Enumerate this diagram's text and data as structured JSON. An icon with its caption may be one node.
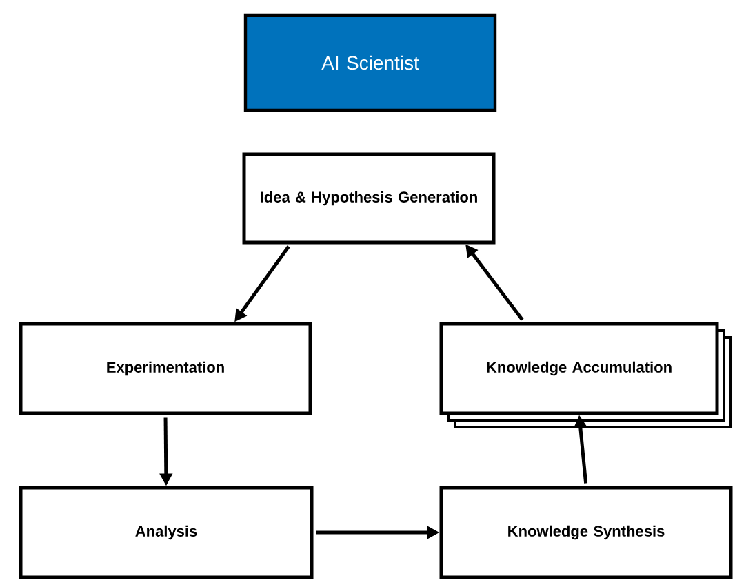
{
  "diagram": {
    "nodes": [
      {
        "text": [
          "AI Scientist"
        ]
      },
      {
        "text": [
          "Idea & Hypothesis Generation"
        ]
      },
      {
        "text": [
          "Experimentation"
        ]
      },
      {
        "text": [
          "Knowledge Accumulation"
        ]
      },
      {
        "text": [
          "Analysis"
        ]
      },
      {
        "text": [
          "Knowledge Synthesis"
        ]
      }
    ],
    "edges": [
      {
        "from": 1,
        "to": 2,
        "arrow": "to"
      },
      {
        "from": 2,
        "to": 4,
        "arrow": "to"
      },
      {
        "from": 4,
        "to": 5,
        "arrow": "to"
      },
      {
        "from": 5,
        "to": 3,
        "arrow": "to"
      },
      {
        "from": 3,
        "to": 1,
        "arrow": "to"
      }
    ]
  }
}
